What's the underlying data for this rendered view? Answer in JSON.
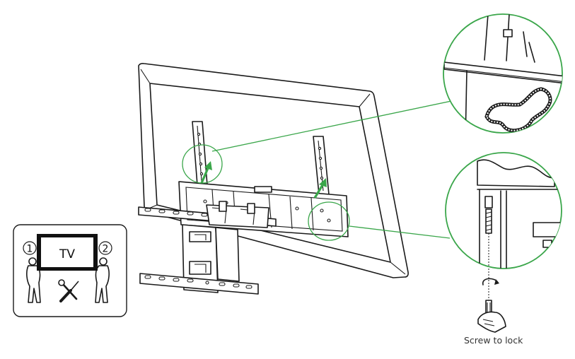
{
  "labels": {
    "tv": "TV",
    "person_1": "1",
    "person_2": "2",
    "caption": "Screw to lock"
  },
  "colors": {
    "accent_green": "#3aa64a",
    "line": "#1a1a1a",
    "tv_screen": "#111111"
  },
  "icons": [
    "person-icon",
    "screwdriver-icon",
    "wrench-icon",
    "hand-icon",
    "rotate-arrow-icon"
  ]
}
